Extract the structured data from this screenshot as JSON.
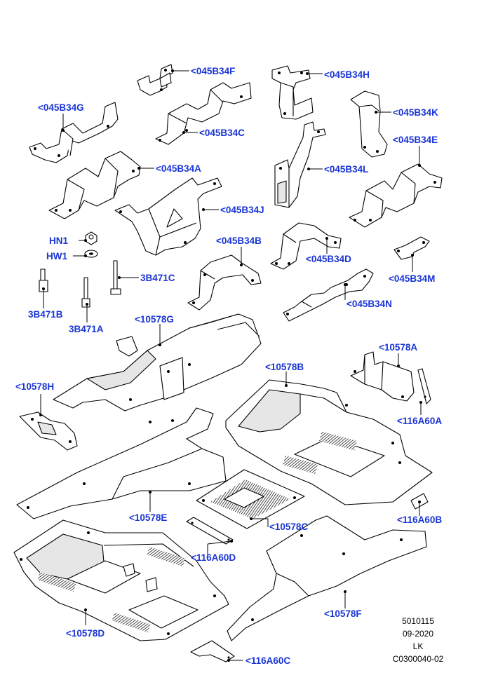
{
  "callouts": {
    "b34f": "<045B34F",
    "b34h": "<045B34H",
    "b34g": "<045B34G",
    "b34k": "<045B34K",
    "b34c": "<045B34C",
    "b34e": "<045B34E",
    "b34a": "<045B34A",
    "b34l": "<045B34L",
    "b34j": "<045B34J",
    "hn1": "HN1",
    "hw1": "HW1",
    "b34b": "<045B34B",
    "b34d": "<045B34D",
    "b34m": "<045B34M",
    "b471c": "3B471C",
    "b34n": "<045B34N",
    "b471b": "3B471B",
    "b471a": "3B471A",
    "c10578g": "<10578G",
    "c10578a": "<10578A",
    "c10578b": "<10578B",
    "c10578h": "<10578H",
    "a116a60a": "<116A60A",
    "c10578e": "<10578E",
    "c10578c": "<10578C",
    "a116a60b": "<116A60B",
    "a116a60d": "<116A60D",
    "c10578f": "<10578F",
    "c10578d": "<10578D",
    "a116a60c": "<116A60C"
  },
  "meta": {
    "line1": "5010115",
    "line2": "09-2020",
    "line3": "LK",
    "line4": "C0300040-02"
  }
}
